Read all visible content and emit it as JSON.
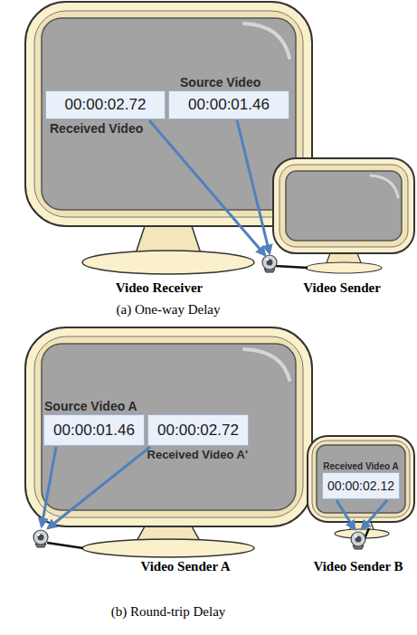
{
  "diagram": {
    "nodes": [
      {
        "text": [
          "00:00:02.72",
          "Received Video"
        ]
      },
      {
        "text": [
          "Source Video",
          "00:00:01.46"
        ]
      },
      {
        "text": [
          "Source Video A",
          "00:00:01.46"
        ]
      },
      {
        "text": [
          "00:00:02.72",
          "Received Video A'"
        ]
      },
      {
        "text": [
          "Received Video A",
          "00:00:02.12"
        ]
      }
    ],
    "labels": [
      "Video Receiver",
      "Video Sender",
      "(a) One-way Delay",
      "Video Sender A",
      "Video Sender B",
      "(b) Round-trip Delay"
    ]
  }
}
